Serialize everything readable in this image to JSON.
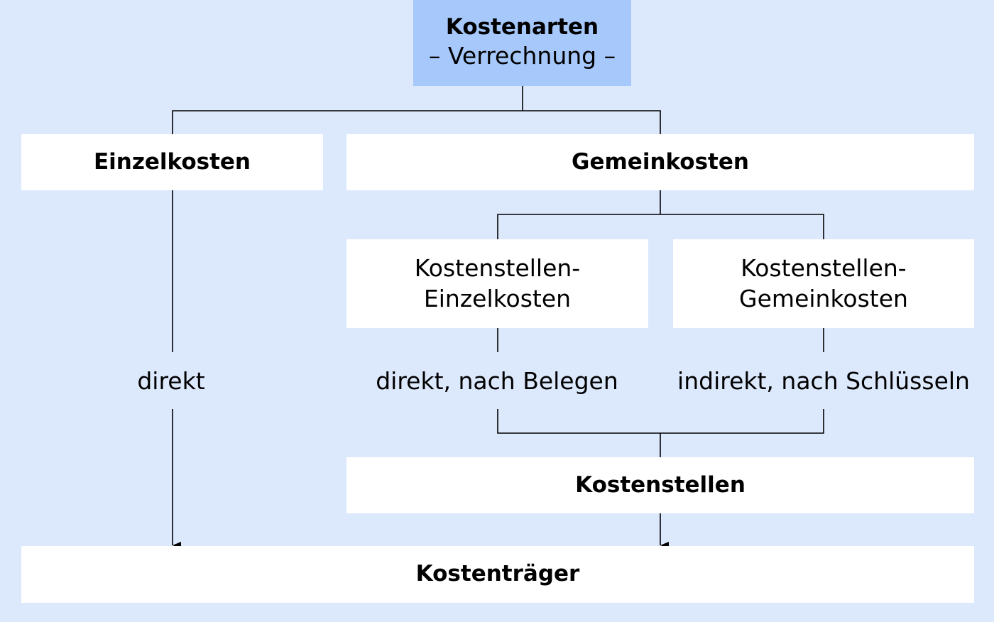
{
  "diagram": {
    "root": {
      "title": "Kostenarten",
      "subtitle": "– Verrechnung –"
    },
    "einzelkosten": {
      "label": "Einzelkosten"
    },
    "gemeinkosten": {
      "label": "Gemeinkosten"
    },
    "ks_einzelkosten": {
      "line1": "Kostenstellen-",
      "line2": "Einzelkosten"
    },
    "ks_gemeinkosten": {
      "line1": "Kostenstellen-",
      "line2": "Gemeinkosten"
    },
    "edge_labels": {
      "direkt": "direkt",
      "direkt_belege": "direkt, nach Belegen",
      "indirekt_schluessel": "indirekt, nach Schlüsseln"
    },
    "kostenstellen": {
      "label": "Kostenstellen"
    },
    "kostentraeger": {
      "label": "Kostenträger"
    }
  }
}
